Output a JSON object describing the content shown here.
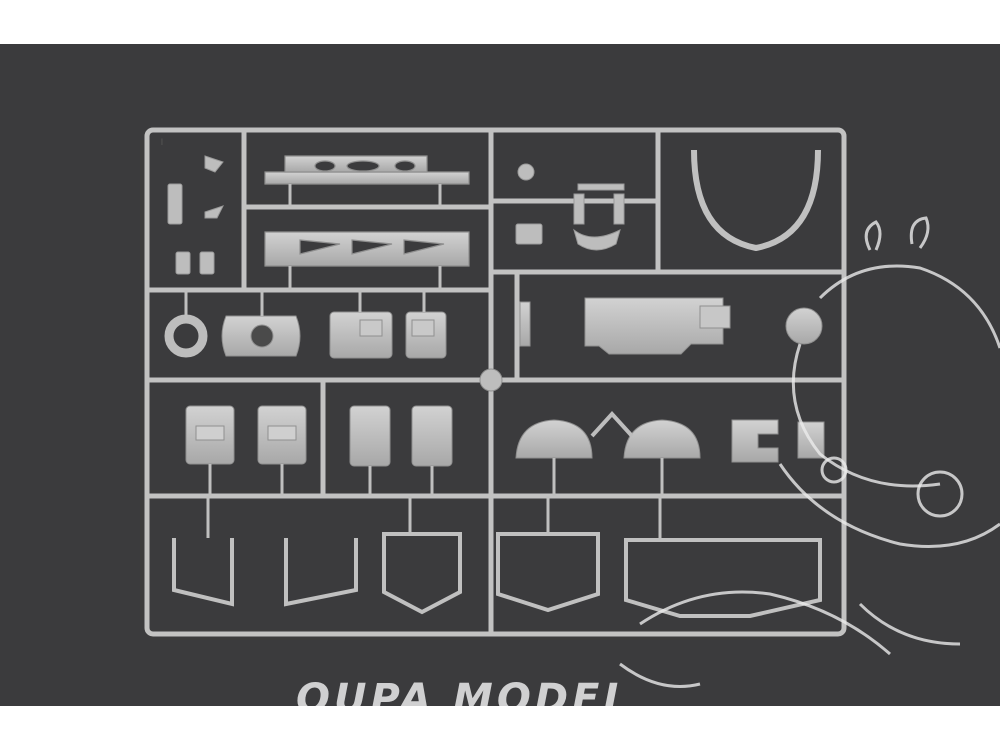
{
  "photo": {
    "background_color": "#3b3b3d",
    "plastic_color": "#bdbdbd",
    "subject": "plastic-model-sprue"
  },
  "sprue": {
    "code_text": "",
    "letter": "I"
  },
  "watermark": {
    "text": "OUPA MODEL",
    "color": "#ebebeb"
  }
}
